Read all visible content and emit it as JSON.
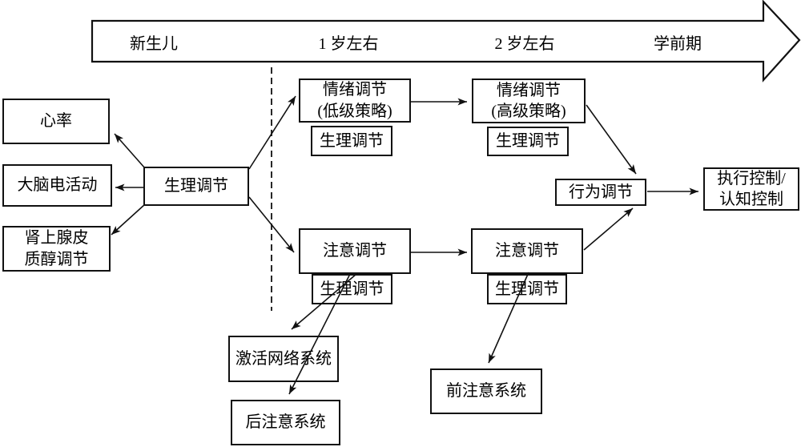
{
  "figure": {
    "background": "#ffffff",
    "line_color": "#111111",
    "text_color": "#000000"
  },
  "timeline": {
    "labels": [
      {
        "text": "新生儿"
      },
      {
        "text": "1 岁左右"
      },
      {
        "text": "2 岁左右"
      },
      {
        "text": "学前期"
      }
    ]
  },
  "nodes": {
    "heart_rate": "心率",
    "brain_activity": "大脑电活动",
    "adrenal_cortisol": "肾上腺皮\n质醇调节",
    "physio_center": "生理调节",
    "emotion_low": "情绪调节\n(低级策略)",
    "physio_under_emotion_low": "生理调节",
    "emotion_high": "情绪调节\n(高级策略)",
    "physio_under_emotion_high": "生理调节",
    "behavior_regulation": "行为调节",
    "executive_control": "执行控制/\n认知控制",
    "attention_1y": "注意调节",
    "physio_under_attention_1y": "生理调节",
    "attention_2y": "注意调节",
    "physio_under_attention_2y": "生理调节",
    "activation_network": "激活网络系统",
    "posterior_attention": "后注意系统",
    "anterior_attention": "前注意系统"
  },
  "edges": [
    {
      "from": "physio_center",
      "to": "heart_rate"
    },
    {
      "from": "physio_center",
      "to": "brain_activity"
    },
    {
      "from": "physio_center",
      "to": "adrenal_cortisol"
    },
    {
      "from": "physio_center",
      "to": "emotion_low"
    },
    {
      "from": "physio_center",
      "to": "attention_1y"
    },
    {
      "from": "emotion_low",
      "to": "emotion_high"
    },
    {
      "from": "emotion_high",
      "to": "behavior_regulation"
    },
    {
      "from": "attention_1y",
      "to": "attention_2y"
    },
    {
      "from": "attention_2y",
      "to": "behavior_regulation"
    },
    {
      "from": "behavior_regulation",
      "to": "executive_control"
    },
    {
      "from": "attention_1y",
      "to": "activation_network"
    },
    {
      "from": "attention_1y",
      "to": "posterior_attention"
    },
    {
      "from": "attention_2y",
      "to": "anterior_attention"
    }
  ]
}
